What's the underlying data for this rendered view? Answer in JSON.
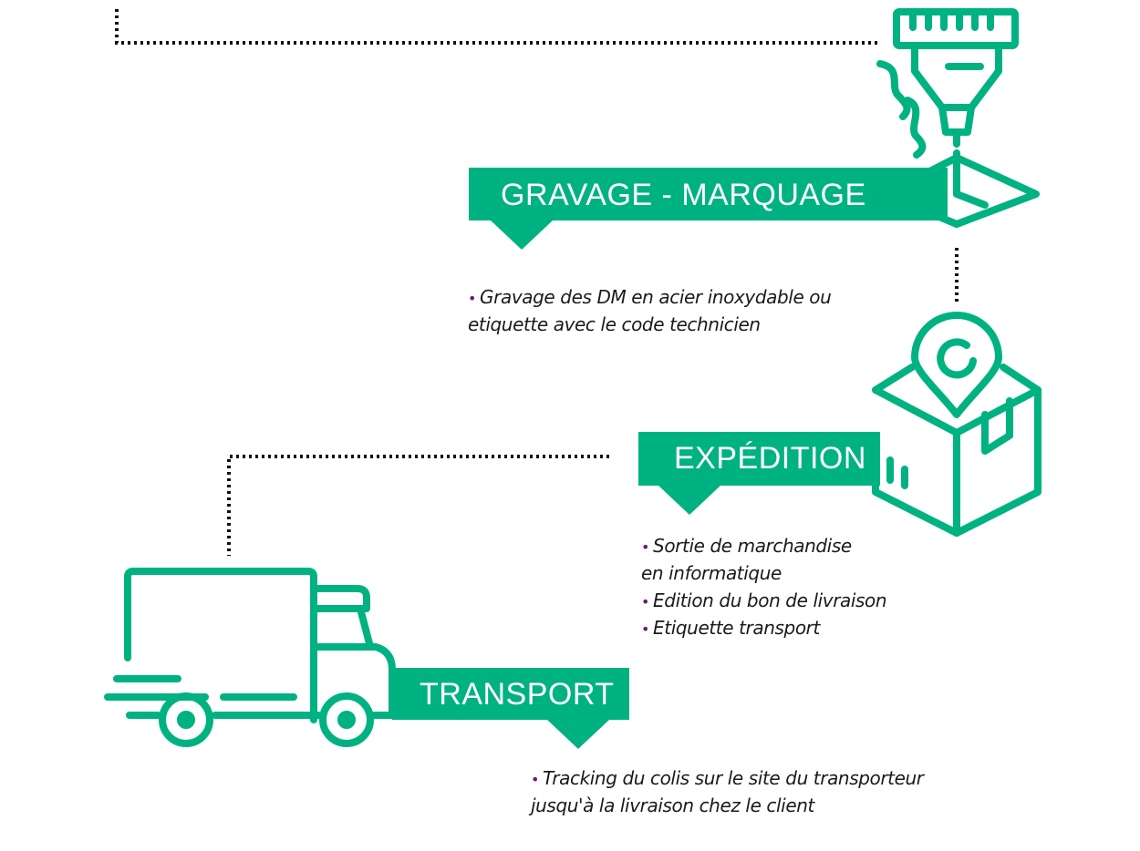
{
  "colors": {
    "accent": "#00b281",
    "bullet": "#6a1b72",
    "connector": "#111111",
    "text": "#1a1a1a"
  },
  "icons": {
    "engraving": "laser-engraving-icon",
    "shipping": "package-location-pin-icon",
    "transport": "delivery-truck-icon"
  },
  "steps": [
    {
      "title": "GRAVAGE - MARQUAGE",
      "bullet": "•",
      "lines": [
        {
          "text": "Gravage des DM en acier inoxydable ou",
          "bulleted": true
        },
        {
          "text": "etiquette avec le code technicien",
          "bulleted": false
        }
      ]
    },
    {
      "title": "EXPÉDITION",
      "bullet": "•",
      "lines": [
        {
          "text": "Sortie de marchandise",
          "bulleted": true
        },
        {
          "text": "en informatique",
          "bulleted": false
        },
        {
          "text": "Edition du bon de livraison",
          "bulleted": true
        },
        {
          "text": "Etiquette transport",
          "bulleted": true
        }
      ]
    },
    {
      "title": "TRANSPORT",
      "bullet": "•",
      "lines": [
        {
          "text": "Tracking du colis sur le site du transporteur",
          "bulleted": true
        },
        {
          "text": "jusqu'à la livraison chez le client",
          "bulleted": false
        }
      ]
    }
  ]
}
